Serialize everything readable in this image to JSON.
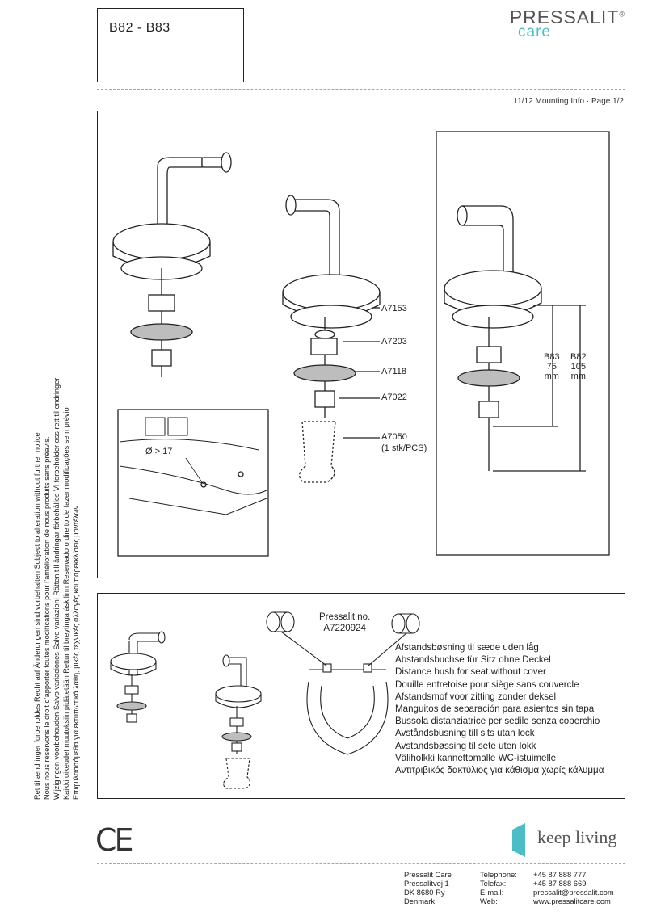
{
  "header": {
    "model": "B82 - B83",
    "brand_name": "PRESSALIT",
    "brand_reg": "®",
    "brand_sub": "care",
    "page_info": "11/12 Mounting Info · Page 1/2"
  },
  "disclaimer_lines": [
    "Ret til ændringer forbeholdes  Recht auf Änderungen sind vorbehalten  Subject to alteration without further notice",
    "Nous nous réservons le droit d’apporter toutes modifications pour l’amélioration de nous produits sans préavis.",
    "Wijzigingen voorbehouden  Salvo variaciones  Salvo variazioni  Rätten till ändringar förbehålles  Vi forbeholder oss rett til endringer",
    "Kaikki oikeudet muutoksiin pidätetään  Rettur til breytinga áskilinn  Reservado o direito de fazer modificações sem prévio",
    "Επιφυλασσόμεθα για εκτυπωτικά λάθη, μικές τεχνικές αλλαγές και παρεκκλίσεις μοντέλων"
  ],
  "parts": {
    "a7153": "A7153",
    "a7203": "A7203",
    "a7118": "A7118",
    "a7022": "A7022",
    "a7050": "A7050",
    "a7050_qty": "(1 stk/PCS)"
  },
  "hole_diameter": "Ø > 17",
  "dimensions": {
    "b83_model": "B83",
    "b83_value": "75",
    "b83_unit": "mm",
    "b82_model": "B82",
    "b82_value": "105",
    "b82_unit": "mm"
  },
  "bush": {
    "label_line1": "Pressalit no.",
    "label_line2": "A7220924",
    "descriptions": [
      "Afstandsbøsning til sæde uden låg",
      "Abstandsbuchse für Sitz ohne Deckel",
      "Distance bush for seat without cover",
      "Douille entretoise pour siège sans couvercle",
      "Afstandsmof voor zitting zonder deksel",
      "Manguitos de separación para asientos sin tapa",
      "Bussola distanziatrice per sedile senza coperchio",
      "Avståndsbusning till sits utan lock",
      "Avstandsbøssing til sete uten lokk",
      "Väliholkki kannettomalle WC-istuimelle",
      "Αντιτριβικός δακτύλιος για κάθισμα χωρίς κάλυμμα"
    ]
  },
  "bottom": {
    "ce_mark": "CE",
    "slogan": "keep living"
  },
  "footer": {
    "address": [
      "Pressalit Care",
      "Pressalitvej 1",
      "DK 8680 Ry",
      "Denmark"
    ],
    "contact_labels": [
      "Telephone:",
      "Telefax:",
      "E-mail:",
      "Web:"
    ],
    "contact_values": [
      "+45 87 888 777",
      "+45 87 888 669",
      "pressalit@pressalit.com",
      "www.pressalitcare.com"
    ]
  },
  "colors": {
    "brand_teal": "#4bbdc6",
    "line": "#222222",
    "washer_grey": "#bdbdbd"
  }
}
